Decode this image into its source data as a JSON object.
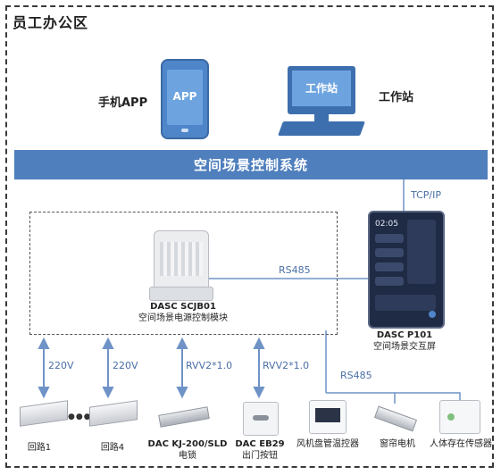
{
  "region_title": "员工办公区",
  "phone": {
    "screen_text": "APP",
    "label": "手机APP"
  },
  "workstation": {
    "screen_text": "工作站",
    "label": "工作站"
  },
  "system_bar": "空间场景控制系统",
  "tcp_label": "TCP/IP",
  "rs485_top": "RS485",
  "rs485_bottom": "RS485",
  "module": {
    "model": "DASC SCJB01",
    "name": "空间场景电源控制模块"
  },
  "panel": {
    "model": "DASC P101",
    "name": "空间场景交互屏",
    "time": "02:05"
  },
  "links": [
    "220V",
    "220V",
    "RVV2*1.0",
    "RVV2*1.0"
  ],
  "devices": {
    "loop1": "回路1",
    "loop4": "回路4",
    "lock_model": "DAC KJ-200/SLD",
    "lock_name": "电锁",
    "button_model": "DAC EB29",
    "button_name": "出门按钮",
    "thermostat": "风机盘管温控器",
    "curtain": "窗帘电机",
    "sensor": "人体存在传感器"
  },
  "dots": "●●●",
  "colors": {
    "bar": "#4f7fbd",
    "wire": "#6f93c7"
  }
}
